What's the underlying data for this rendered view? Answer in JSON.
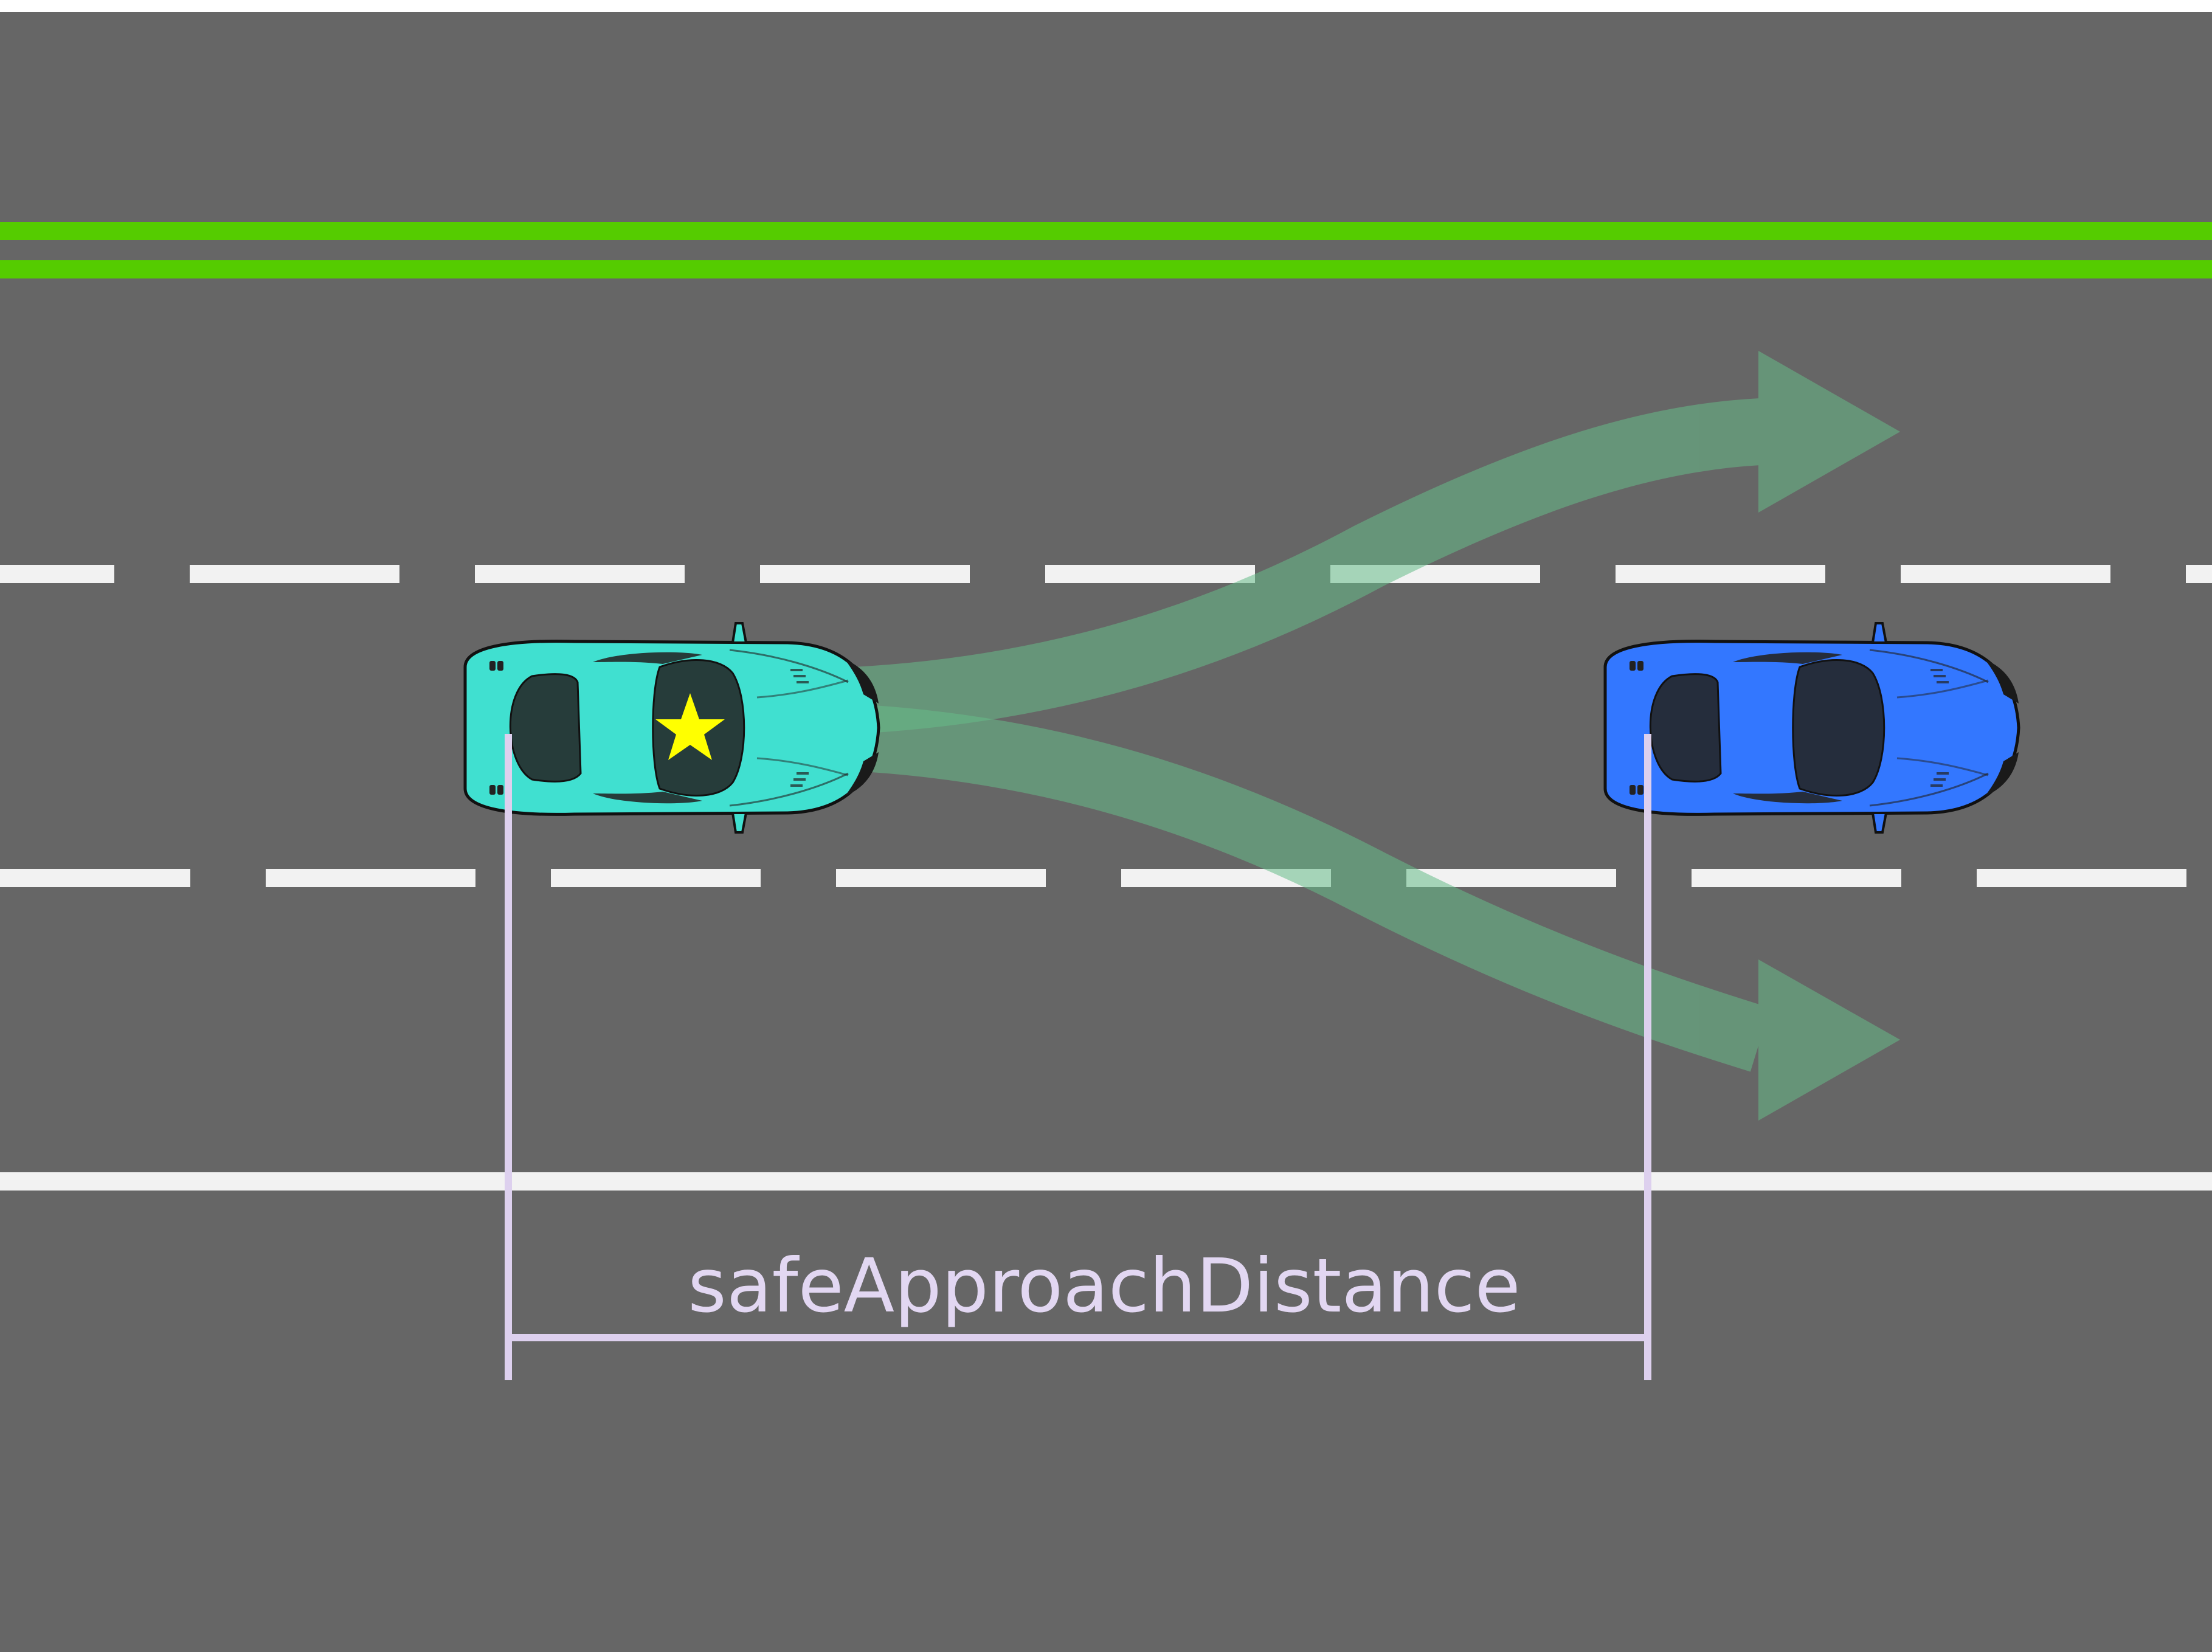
{
  "colors": {
    "road": "#666666",
    "lane_marking": "#f2f2f2",
    "center_line": "#55cc00",
    "trajectory": "#66bb88",
    "measure": "#ddd0ee",
    "ego_car": "#40e0d0",
    "other_car": "#3377ff",
    "windshield_ego": "#263c3a",
    "windshield_other": "#252d3c",
    "ego_marker": "#ffff00"
  },
  "diagram": {
    "measurement_label": "safeApproachDistance",
    "ego_vehicle": {
      "marker": "star-icon"
    },
    "other_vehicle": {},
    "trajectories": [
      "lane-change-left",
      "lane-change-right"
    ]
  }
}
